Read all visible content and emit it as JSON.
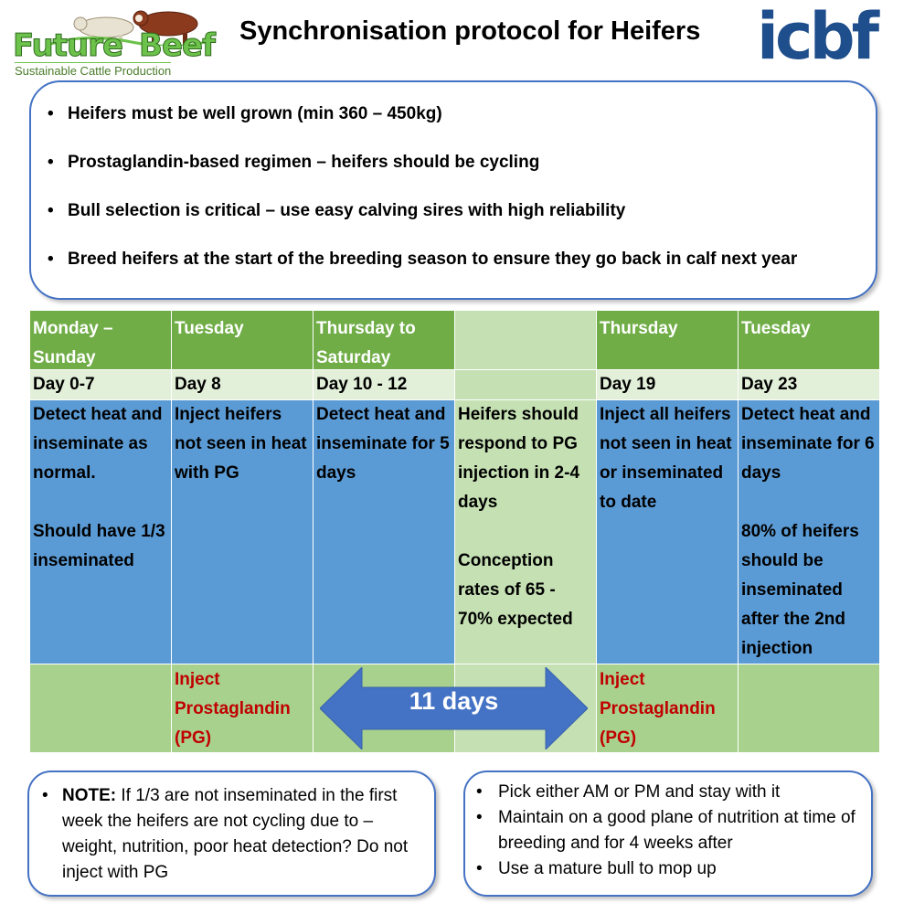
{
  "header": {
    "title": "Synchronisation protocol for Heifers",
    "left_logo": {
      "word1": "Future",
      "word2": "Beef",
      "tagline": "Sustainable Cattle Production"
    },
    "right_logo": {
      "text": "icbf",
      "color": "#1f4e8c"
    }
  },
  "key_points": [
    "Heifers must be well grown (min 360 – 450kg)",
    "Prostaglandin-based regimen – heifers should be cycling",
    "Bull selection is critical – use easy calving sires with high reliability",
    "Breed heifers at the start of the breeding season to ensure they go back in calf next year"
  ],
  "table": {
    "columns": [
      {
        "period": "Monday – Sunday",
        "day": "Day 0-7",
        "action_lines": [
          "Detect heat and inseminate as normal."
        ],
        "action_extra": " Should have 1/3 inseminated",
        "injection": ""
      },
      {
        "period": "Tuesday",
        "day": "Day 8",
        "action_lines": [
          "Inject heifers not seen in heat with PG"
        ],
        "action_extra": "",
        "injection": "Inject Prostaglandin (PG)"
      },
      {
        "period": "Thursday to Saturday",
        "day": "Day  10 - 12",
        "action_lines": [
          "Detect heat and inseminate for 5 days"
        ],
        "action_extra": "",
        "injection": ""
      },
      {
        "period": "",
        "day": "",
        "action_lines": [
          "Heifers should respond to PG injection in 2-4 days"
        ],
        "action_extra": "Conception rates of 65 - 70% expected",
        "injection": ""
      },
      {
        "period": "Thursday",
        "day": "Day 19",
        "action_lines": [
          "Inject all heifers not seen in heat or inseminated to date"
        ],
        "action_extra": "",
        "injection": "Inject Prostaglandin (PG)"
      },
      {
        "period": "Tuesday",
        "day": "Day 23",
        "action_lines": [
          "Detect heat and inseminate for 6 days"
        ],
        "action_extra": "80% of heifers should be inseminated after the 2nd injection",
        "injection": ""
      }
    ],
    "interval_label": "11 days",
    "colors": {
      "header_green": "#70ad47",
      "day_row": "#e2efd9",
      "action_blue": "#5b9bd5",
      "injection_green": "#a9d18e",
      "response_column": "#c5e0b3",
      "injection_text": "#c00000",
      "arrow": "#4472c4"
    }
  },
  "note": {
    "label": "NOTE:",
    "text": " If 1/3 are not inseminated in the first week the heifers are not cycling due to – weight, nutrition, poor heat detection? Do not inject with PG"
  },
  "tips": [
    "Pick either AM or PM and stay with it",
    "Maintain on a good plane of nutrition at time of breeding and for 4 weeks after",
    "Use a mature bull to mop up"
  ]
}
